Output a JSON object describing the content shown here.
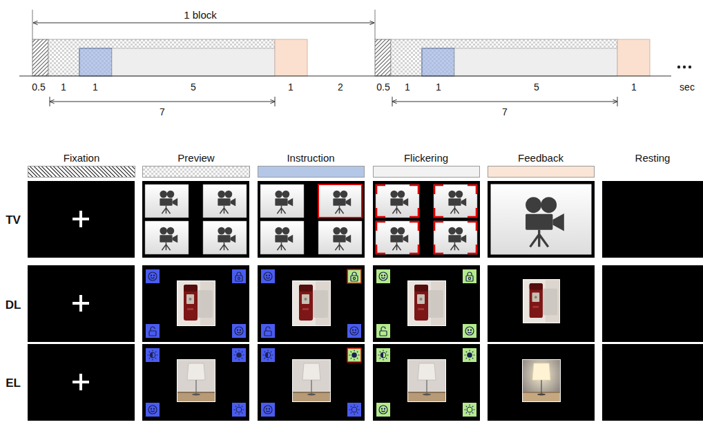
{
  "diagram": {
    "labels": [
      "1 block",
      "0.5",
      "1",
      "1",
      "5",
      "1",
      "2",
      "0.5",
      "1",
      "1",
      "5",
      "1",
      "sec",
      "7",
      "7",
      "Resting",
      "TV",
      "DL",
      "EL"
    ],
    "legend": [
      {
        "text": "Fixation"
      },
      {
        "text": "Preview"
      },
      {
        "text": "Instruction",
        "color": "#b4c7e7"
      },
      {
        "text": "Flickering",
        "color": "#f2f2f2"
      },
      {
        "text": "Feedback",
        "color": "#fbe5d6"
      }
    ]
  }
}
